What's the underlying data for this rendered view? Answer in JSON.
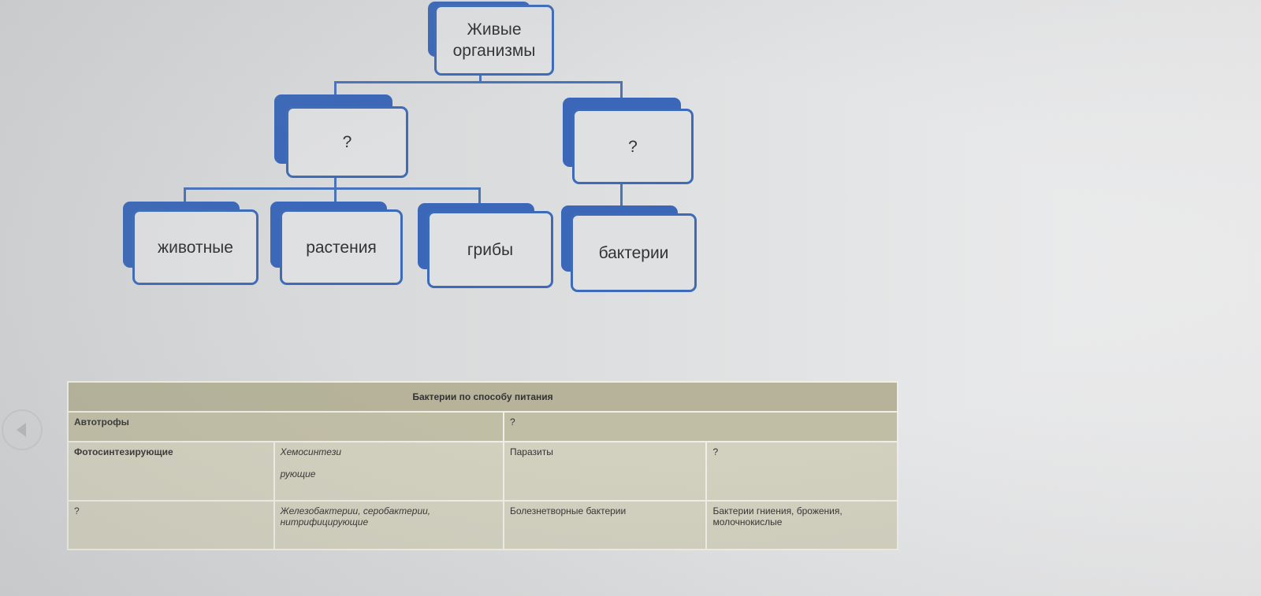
{
  "diagram": {
    "root": "Живые организмы",
    "level2": [
      "?",
      "?"
    ],
    "leaves": [
      "животные",
      "растения",
      "грибы",
      "бактерии"
    ]
  },
  "table": {
    "title": "Бактерии по способу питания",
    "groups": [
      "Автотрофы",
      "?"
    ],
    "types": [
      "Фотосинтезирующие",
      "Хемосинтези\n\nрующие",
      "Паразиты",
      "?"
    ],
    "examples": [
      "?",
      "Железобактерии, серобактерии, нитрифицирующие",
      "Болезнетворные бактерии",
      "Бактерии гниения, брожения, молочнокислые"
    ]
  }
}
